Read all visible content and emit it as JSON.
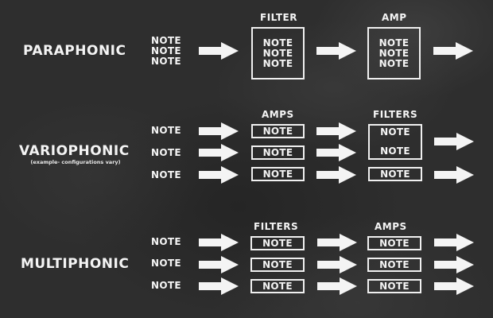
{
  "sections": {
    "paraphonic": {
      "title": "PARAPHONIC",
      "inputs": [
        "NOTE",
        "NOTE",
        "NOTE"
      ],
      "stage1": {
        "label": "FILTER",
        "notes": [
          "NOTE",
          "NOTE",
          "NOTE"
        ]
      },
      "stage2": {
        "label": "AMP",
        "notes": [
          "NOTE",
          "NOTE",
          "NOTE"
        ]
      }
    },
    "variophonic": {
      "title": "VARIOPHONIC",
      "subtitle": "(example- configurations vary)",
      "inputs": [
        "NOTE",
        "NOTE",
        "NOTE"
      ],
      "stage1": {
        "label": "AMPS",
        "notes": [
          "NOTE",
          "NOTE",
          "NOTE"
        ]
      },
      "stage2": {
        "label": "FILTERS",
        "grouped_notes": [
          "NOTE",
          "NOTE"
        ],
        "single_note": "NOTE"
      }
    },
    "multiphonic": {
      "title": "MULTIPHONIC",
      "inputs": [
        "NOTE",
        "NOTE",
        "NOTE"
      ],
      "stage1": {
        "label": "FILTERS",
        "notes": [
          "NOTE",
          "NOTE",
          "NOTE"
        ]
      },
      "stage2": {
        "label": "AMPS",
        "notes": [
          "NOTE",
          "NOTE",
          "NOTE"
        ]
      }
    }
  },
  "colors": {
    "background": "#2e2e2e",
    "foreground": "#f2f2f2"
  },
  "icons": {
    "arrow": "arrow-right-icon"
  }
}
